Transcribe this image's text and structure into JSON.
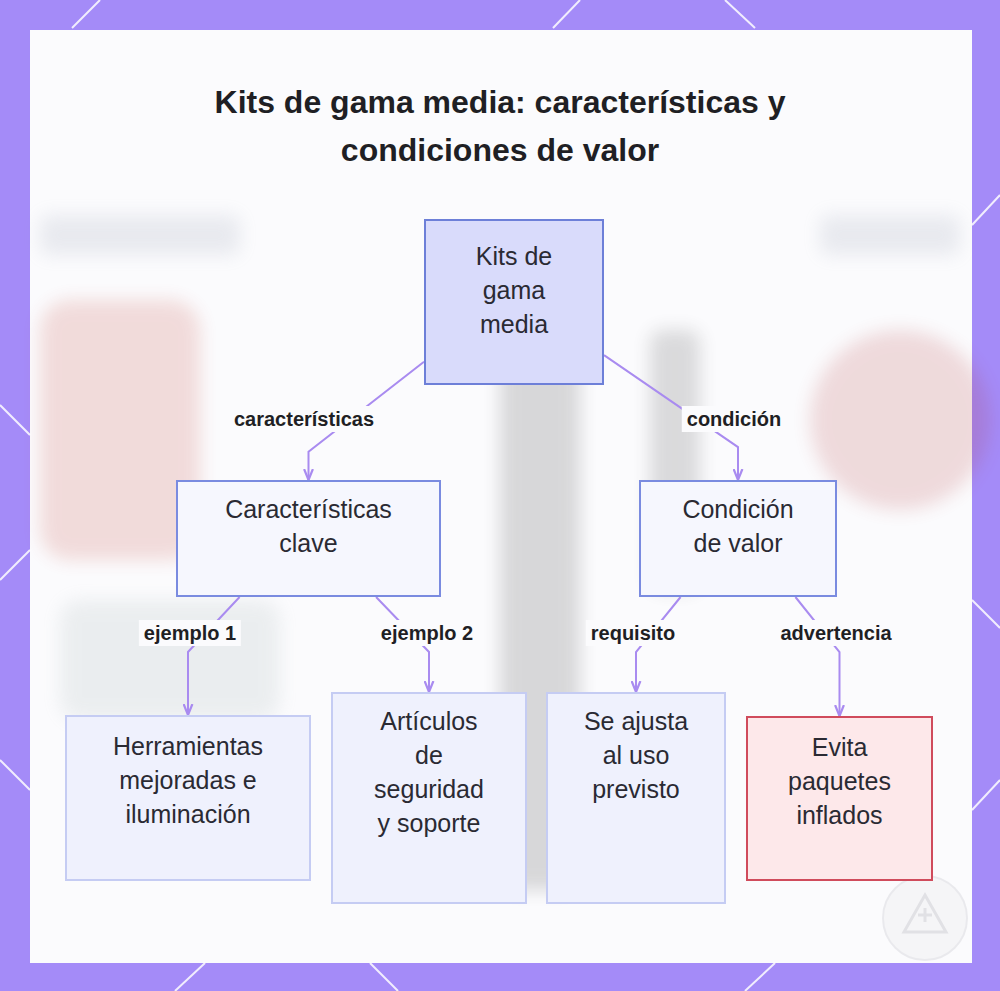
{
  "diagram": {
    "title": "Kits de gama media: características y condiciones de valor",
    "nodes": [
      {
        "text": [
          "Kits de gama media"
        ]
      },
      {
        "text": [
          "Características clave"
        ]
      },
      {
        "text": [
          "Condición de valor"
        ]
      },
      {
        "text": [
          "Herramientas mejoradas e iluminación"
        ]
      },
      {
        "text": [
          "Artículos de seguridad y soporte"
        ]
      },
      {
        "text": [
          "Se ajusta al uso previsto"
        ]
      },
      {
        "text": [
          "Evita paquetes inflados"
        ]
      }
    ],
    "edges": [
      {
        "from": 0,
        "to": 1,
        "label": "características",
        "arrow": "to"
      },
      {
        "from": 0,
        "to": 2,
        "label": "condición",
        "arrow": "to"
      },
      {
        "from": 1,
        "to": 3,
        "label": "ejemplo 1",
        "arrow": "to"
      },
      {
        "from": 1,
        "to": 4,
        "label": "ejemplo 2",
        "arrow": "to"
      },
      {
        "from": 2,
        "to": 5,
        "label": "requisito",
        "arrow": "to"
      },
      {
        "from": 2,
        "to": 6,
        "label": "advertencia",
        "arrow": "to"
      }
    ]
  }
}
